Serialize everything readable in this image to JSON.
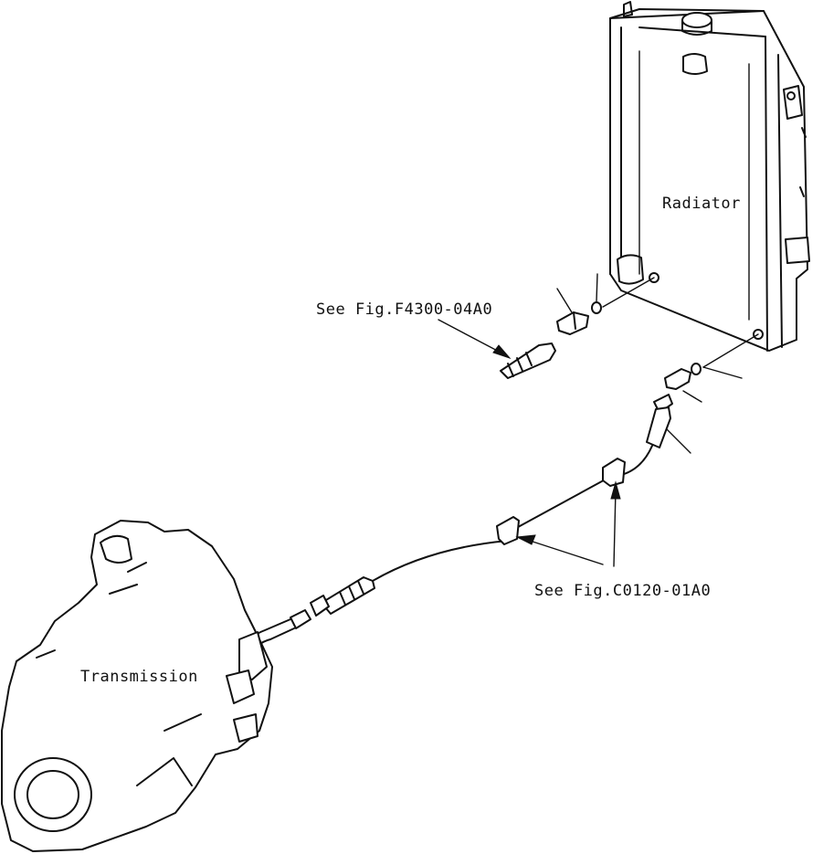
{
  "labels": {
    "radiator": "Radiator",
    "transmission": "Transmission",
    "ref_upper": "See Fig.F4300-04A0",
    "ref_lower": "See Fig.C0120-01A0"
  }
}
